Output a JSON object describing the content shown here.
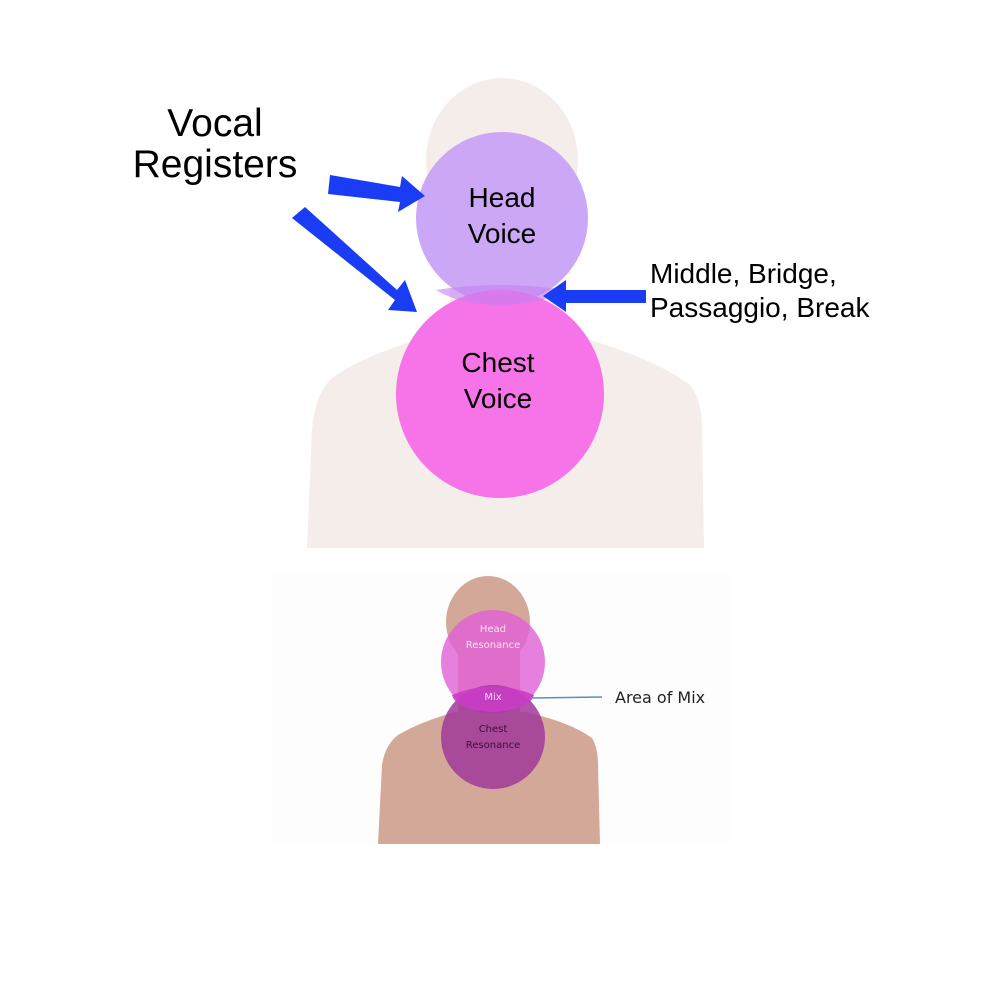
{
  "top_diagram": {
    "title_line1": "Vocal",
    "title_line2": "Registers",
    "head_circle": {
      "line1": "Head",
      "line2": "Voice",
      "color": "#c8a3f7"
    },
    "chest_circle": {
      "line1": "Chest",
      "line2": "Voice",
      "color": "#f56de8"
    },
    "bridge_label_line1": "Middle, Bridge,",
    "bridge_label_line2": "Passaggio, Break",
    "arrow_color": "#1a3cf5",
    "silhouette_color": "#f4ede9"
  },
  "bottom_diagram": {
    "head_circle": {
      "line1": "Head",
      "line2": "Resonance",
      "color": "#e05fd6"
    },
    "mix_label": "Mix",
    "chest_circle": {
      "line1": "Chest",
      "line2": "Resonance",
      "color": "#a0389a"
    },
    "area_label": "Area of Mix",
    "pointer_color": "#5a8fc0",
    "silhouette_color": "#d4a898"
  }
}
